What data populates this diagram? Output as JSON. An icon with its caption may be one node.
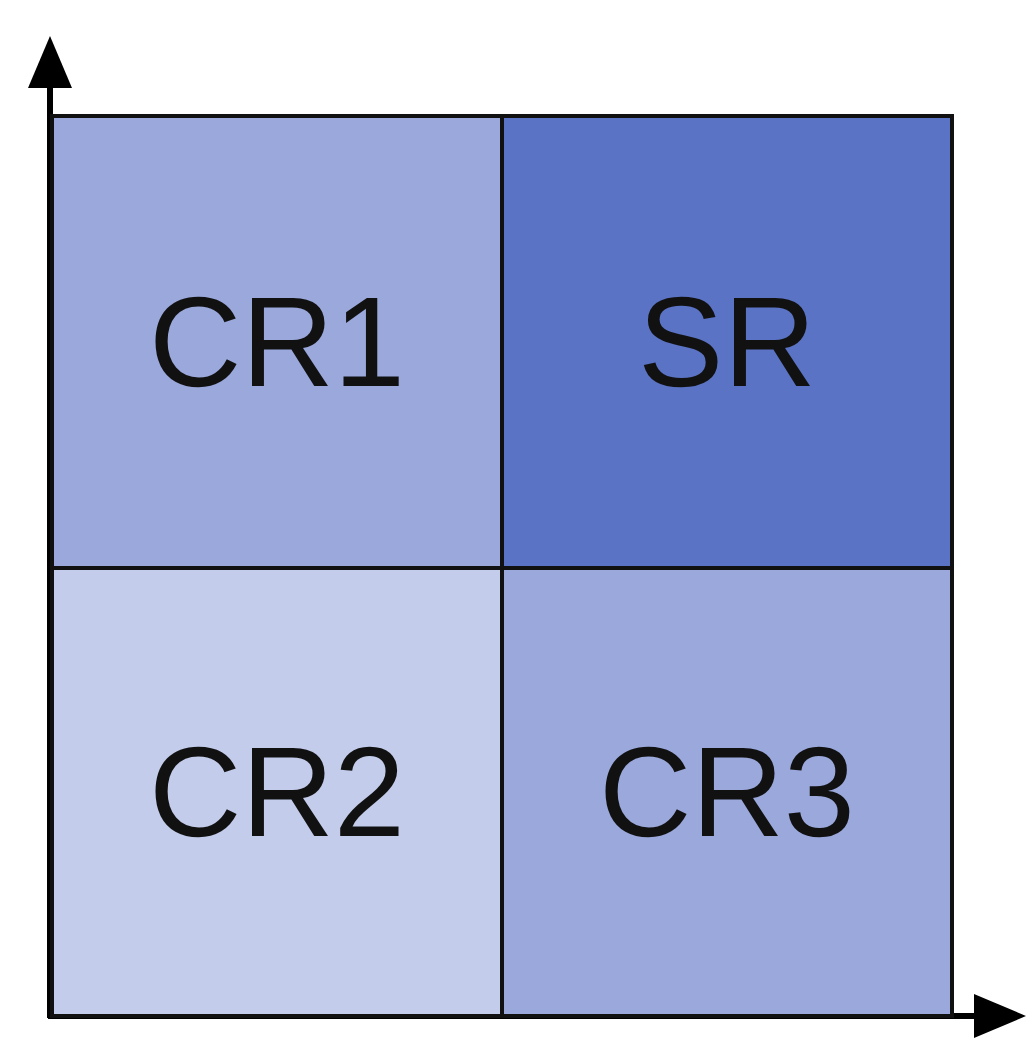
{
  "diagram": {
    "nodes": [
      {
        "text": [
          "CR1"
        ]
      },
      {
        "text": [
          "SR"
        ]
      },
      {
        "text": [
          "CR2"
        ]
      },
      {
        "text": [
          "CR3"
        ]
      }
    ]
  }
}
